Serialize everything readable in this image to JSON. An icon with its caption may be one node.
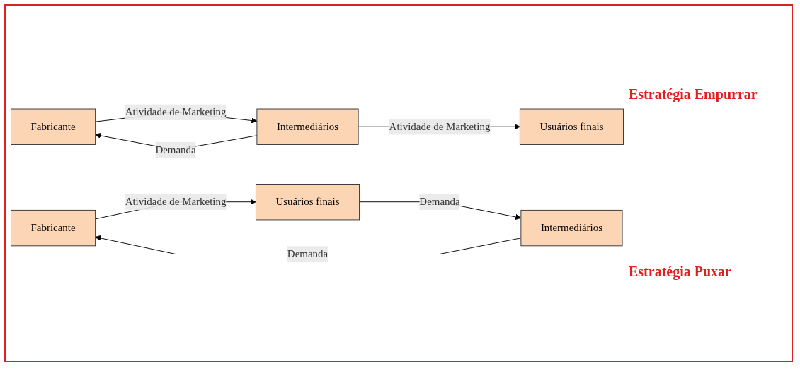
{
  "diagram": {
    "nodes": [
      {
        "text": [
          "Fabricante"
        ]
      },
      {
        "text": [
          "Intermediários"
        ]
      },
      {
        "text": [
          "Usuários finais"
        ]
      },
      {
        "text": [
          "Fabricante"
        ]
      },
      {
        "text": [
          "Intermediários"
        ]
      },
      {
        "text": [
          "Usuários finais"
        ]
      }
    ],
    "edges": [
      {
        "from": 0,
        "to": 1,
        "arrow": "to",
        "label": "Atividade de Marketing"
      },
      {
        "from": 1,
        "to": 2,
        "arrow": "to",
        "label": "Atividade de Marketing"
      },
      {
        "from": 1,
        "to": 0,
        "arrow": "to",
        "label": "Demanda"
      },
      {
        "from": 3,
        "to": 5,
        "arrow": "to",
        "label": "Atividade de Marketing"
      },
      {
        "from": 5,
        "to": 4,
        "arrow": "to",
        "label": "Demanda"
      },
      {
        "from": 4,
        "to": 3,
        "arrow": "to",
        "label": "Demanda"
      }
    ],
    "labels": [
      "Estratégia Empurrar",
      "Estratégia Puxar"
    ]
  }
}
